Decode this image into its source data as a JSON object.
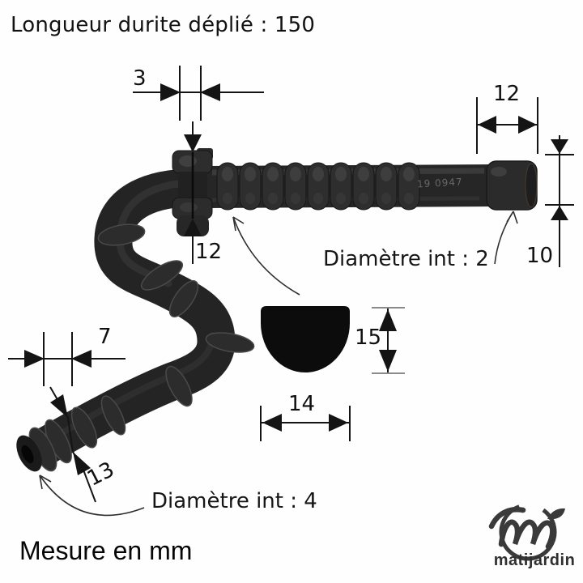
{
  "title": "Longueur durite déplié : 150",
  "dimensions": {
    "collar_groove_width": {
      "value": "3"
    },
    "collar_height": {
      "value": "12"
    },
    "end_cap_length": {
      "value": "12"
    },
    "end_cap_diameter": {
      "value": "10"
    },
    "cross_section_height": {
      "value": "15"
    },
    "cross_section_width": {
      "value": "14"
    },
    "tube_diameter": {
      "value": "7"
    },
    "end_collar_diameter": {
      "value": "13"
    }
  },
  "labels": {
    "inner_diameter_small": "Diamètre int : 2",
    "inner_diameter_large": "Diamètre int : 4"
  },
  "hose": {
    "marking": "19 0947",
    "color": "#242424"
  },
  "footer": {
    "note": "Mesure en mm"
  },
  "brand": {
    "name": "matijardin",
    "logo_color": "#3a3a3a"
  }
}
